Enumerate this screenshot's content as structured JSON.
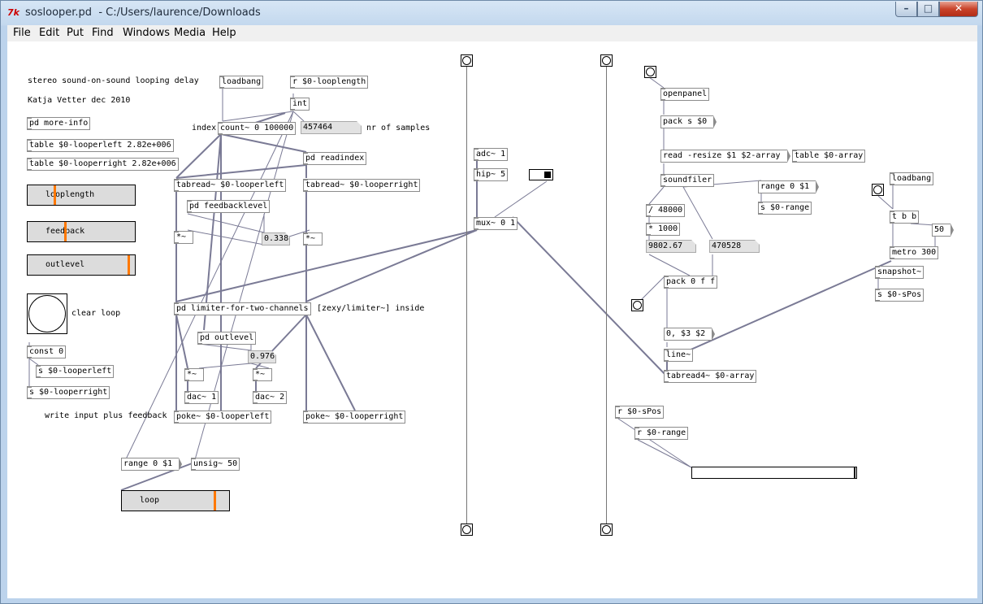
{
  "window": {
    "title": "soslooper.pd  - C:/Users/laurence/Downloads",
    "logo_text": "7k",
    "controls": {
      "minimize": "–",
      "maximize": "□",
      "close": "✕"
    }
  },
  "menu": [
    "File",
    "Edit",
    "Put",
    "Find",
    "Windows",
    "Media",
    "Help"
  ],
  "comments": {
    "c1": "stereo sound-on-sound looping delay",
    "c2": "Katja Vetter dec 2010",
    "c3": "index",
    "c4": "nr of samples",
    "c5": "clear loop",
    "c6": "[zexy/limiter~] inside",
    "c7": "write input plus feedback"
  },
  "objects": {
    "o1": "pd more-info",
    "o2": "table $0-looperleft 2.82e+006",
    "o3": "table $0-looperright 2.82e+006",
    "o4": "loadbang",
    "o5": "r $0-looplength",
    "o6": "int",
    "o7": "count~ 0 100000",
    "o8": "pd readindex",
    "o9": "tabread~ $0-looperleft",
    "o10": "tabread~ $0-looperright",
    "o11": "pd feedbacklevel",
    "o12": "*~",
    "o13": "*~",
    "o14": "pd limiter-for-two-channels",
    "o15": "pd outlevel",
    "o16": "*~",
    "o17": "*~",
    "o18": "dac~ 1",
    "o19": "dac~ 2",
    "o20": "poke~ $0-looperleft",
    "o21": "poke~ $0-looperright",
    "o22": "const 0",
    "o23": "s $0-looperleft",
    "o24": "s $0-looperright",
    "o25": "unsig~ 50",
    "o26": "adc~ 1",
    "o27": "hip~ 5",
    "o28": "mux~ 0 1",
    "o29": "openpanel",
    "o30": "soundfiler",
    "o31": "table $0-array",
    "o32": "/ 48000",
    "o33": "* 1000",
    "o34": "pack 0 f f",
    "o35": "line~",
    "o36": "tabread4~ $0-array",
    "o37": "s $0-range",
    "o38": "loadbang",
    "o39": "t b b",
    "o40": "metro 300",
    "o41": "snapshot~",
    "o42": "s $0-sPos",
    "o43": "r $0-sPos",
    "o44": "r $0-range"
  },
  "messages": {
    "m1": "range 0 $1",
    "m2": "pack s $0",
    "m3": "read -resize $1 $2-array",
    "m4": "range 0 $1",
    "m5": "0, $3 $2",
    "m6": "50"
  },
  "numbers": {
    "n1": "457464",
    "n2": "0.338",
    "n3": "0.976",
    "n4": "9802.67",
    "n5": "470528"
  },
  "sliders": {
    "looplength": {
      "label": "looplength",
      "level": 0.25
    },
    "feedback": {
      "label": "feedback",
      "level": 0.35
    },
    "outlevel": {
      "label": "outlevel",
      "level": 0.96
    },
    "loop": {
      "label": "loop",
      "level": 0.88
    }
  },
  "toggle": {
    "state": "on"
  },
  "colors": {
    "wire": "#7a7a95",
    "slider_knob": "#ff7800",
    "window_bg": "#bcd3ec",
    "close_button": "#c9432a"
  }
}
